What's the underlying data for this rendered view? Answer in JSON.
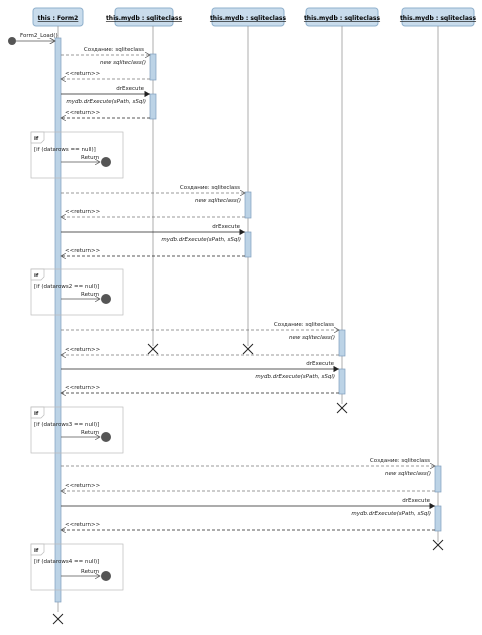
{
  "lifelines": [
    {
      "label": "this : Form2"
    },
    {
      "label": "this.mydb : sqliteclass"
    },
    {
      "label": "this.mydb : sqliteclass"
    },
    {
      "label": "this.mydb : sqliteclass"
    },
    {
      "label": "this.mydb : sqliteclass"
    }
  ],
  "start_call": "Form2_Load()",
  "create_label": "Создание: sqliteclass",
  "ctor_label": "new sqliteclass()",
  "return_label": "<<return>>",
  "dr_label": "drExecute",
  "call_label": "mydb.drExecute(sPath, sSql)",
  "frag_keyword": "if",
  "conditions": [
    "[if (datarows == null)]",
    "[if (datarows2 == null)]",
    "[if (datarows3 == null)]",
    "[if (datarows4 == null)]"
  ],
  "return_kw": "Return",
  "colors": {
    "header_fill": "#c9dcec",
    "header_stroke": "#8fb0cc",
    "activation_fill": "#bcd3e6",
    "activation_stroke": "#7f9fbd",
    "line": "#555555",
    "dashed": "#777777",
    "frame": "#bbbbbb"
  }
}
